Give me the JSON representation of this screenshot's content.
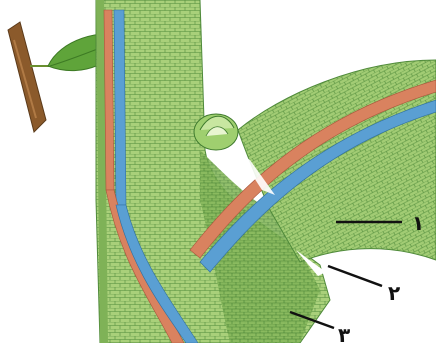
{
  "labels": [
    {
      "id": "label-1",
      "text": "۱"
    },
    {
      "id": "label-2",
      "text": "۲"
    },
    {
      "id": "label-3",
      "text": "۳"
    }
  ],
  "colors": {
    "tissue_light": "#a9d07a",
    "tissue_mid": "#7fb257",
    "tissue_dark": "#4f8a3a",
    "cell_line": "#3f7a2e",
    "phloem_red": "#d9825f",
    "xylem_blue": "#5a9fd3",
    "twig_brown": "#8b5a2b",
    "leaf_green": "#5fa43a"
  }
}
